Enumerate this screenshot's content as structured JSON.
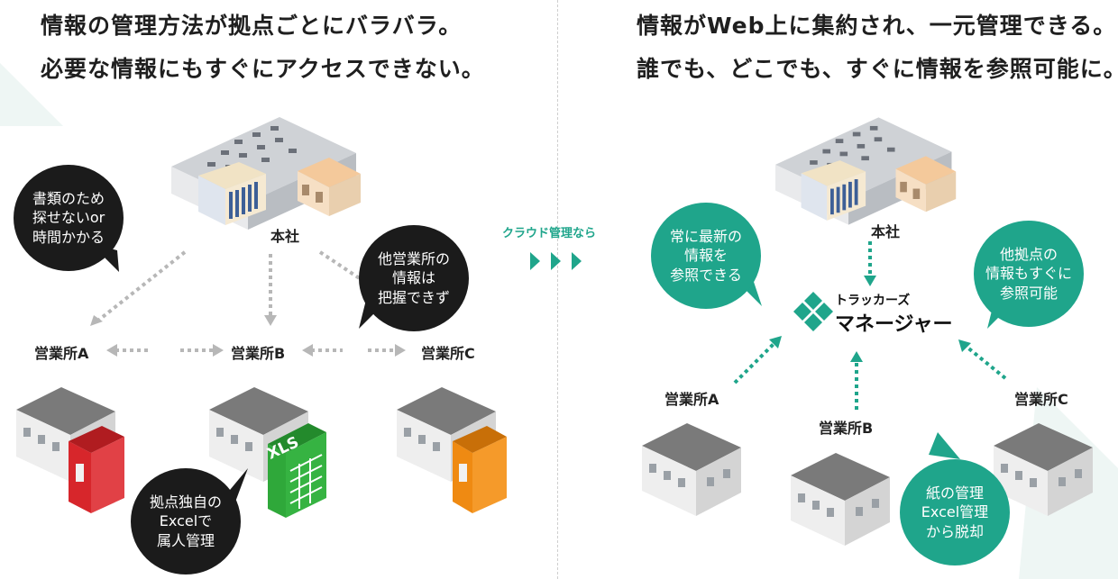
{
  "left": {
    "heading_line1": "情報の管理方法が拠点ごとにバラバラ。",
    "heading_line2": "必要な情報にもすぐにアクセスできない。",
    "hq_label": "本社",
    "offices": [
      "営業所A",
      "営業所B",
      "営業所C"
    ],
    "bubbles": {
      "docs": "書類のため\n探せないor\n時間かかる",
      "other_office": "他営業所の\n情報は\n把握できず",
      "excel": "拠点独自の\nExcelで\n属人管理"
    },
    "xls_label": "XLS"
  },
  "center": {
    "cloud_label": "クラウド管理なら"
  },
  "right": {
    "heading_line1": "情報がWeb上に集約され、一元管理できる。",
    "heading_line2": "誰でも、どこでも、すぐに情報を参照可能に。",
    "hq_label": "本社",
    "offices": [
      "営業所A",
      "営業所B",
      "営業所C"
    ],
    "brand_line1": "トラッカーズ",
    "brand_line2": "マネージャー",
    "bubbles": {
      "latest": "常に最新の\n情報を\n参照できる",
      "other_sites": "他拠点の\n情報もすぐに\n参照可能",
      "paper": "紙の管理\nExcel管理\nから脱却"
    }
  },
  "colors": {
    "accent_teal": "#1fa58b",
    "dark_bubble": "#1b1b1b",
    "binder_red": "#d7262b",
    "binder_green": "#2fa83a",
    "binder_orange": "#ef8a12"
  }
}
